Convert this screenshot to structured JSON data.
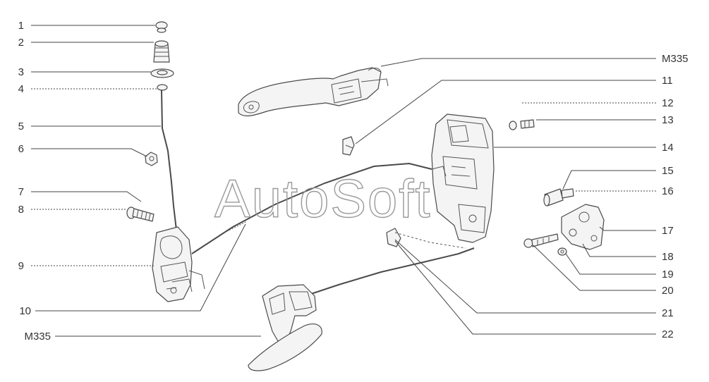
{
  "watermark": "AutoSoft",
  "callouts": {
    "left": [
      "1",
      "2",
      "3",
      "4",
      "5",
      "6",
      "7",
      "8",
      "9",
      "10",
      "M335"
    ],
    "right": [
      "M335",
      "11",
      "12",
      "13",
      "14",
      "15",
      "16",
      "17",
      "18",
      "19",
      "20",
      "21",
      "22"
    ]
  },
  "colors": {
    "line": "#4a4a4a",
    "fill": "#f4f4f4",
    "text": "#333333",
    "watermark": "#9a9a9a"
  }
}
